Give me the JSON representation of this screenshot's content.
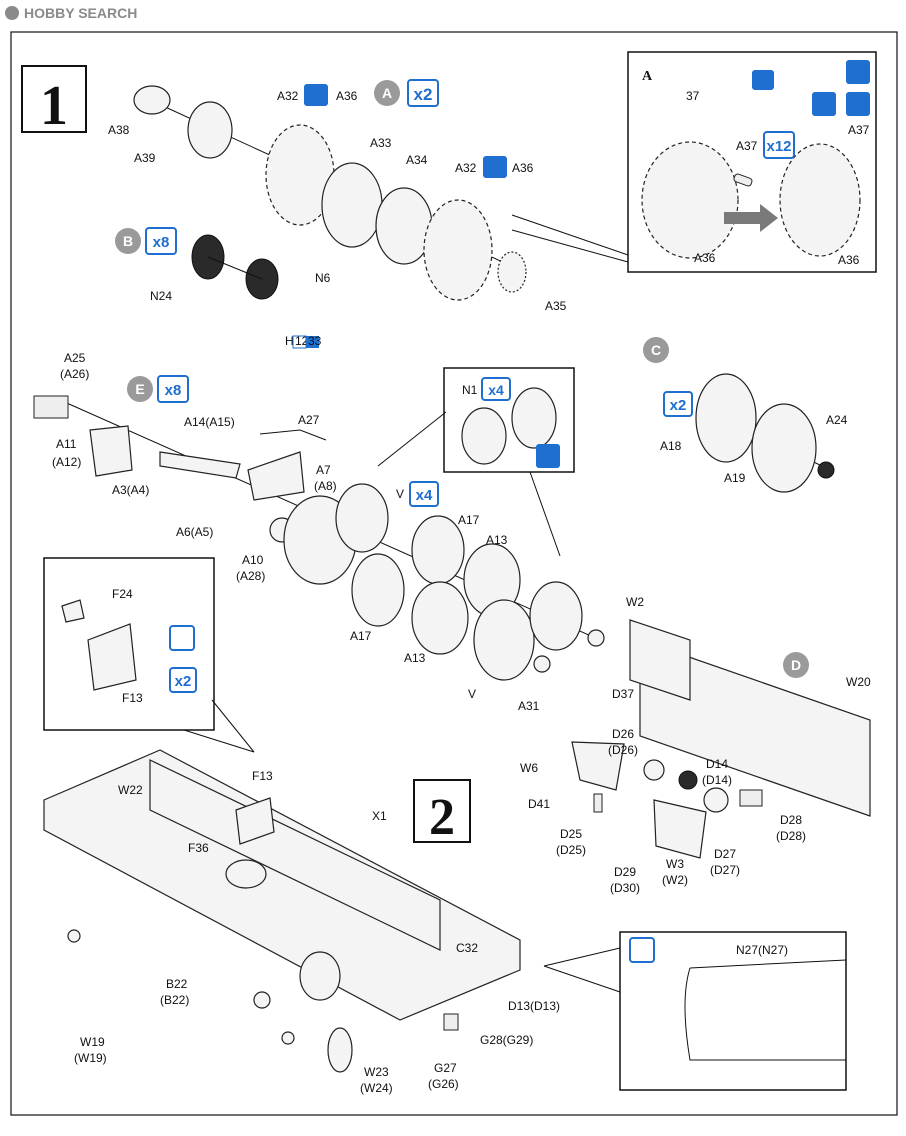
{
  "watermark": {
    "text": "HOBBY SEARCH"
  },
  "steps": {
    "step1": "1",
    "step2": "2"
  },
  "subassemblies": {
    "a": "A",
    "b": "B",
    "c": "C",
    "d": "D",
    "e": "E"
  },
  "inset_a_label": "A",
  "multipliers": {
    "x2": "x2",
    "x8": "x8",
    "x4": "x4",
    "x12": "x12"
  },
  "paint_ref": {
    "h": "H",
    "c12": "12",
    "c33": "33"
  },
  "callout_37": "37",
  "labels": {
    "A38": "A38",
    "A39": "A39",
    "A32a": "A32",
    "A36a": "A36",
    "A33": "A33",
    "A34": "A34",
    "A32b": "A32",
    "A36b": "A36",
    "A35": "A35",
    "A37a": "A37",
    "A37b": "A37",
    "A36c": "A36",
    "A36d": "A36",
    "N24": "N24",
    "N6": "N6",
    "A25": "A25",
    "A26": "(A26)",
    "A11": "A11",
    "A12": "(A12)",
    "A14": "A14(A15)",
    "A27": "A27",
    "A7": "A7",
    "A8": "(A8)",
    "A3": "A3(A4)",
    "A6": "A6(A5)",
    "A10": "A10",
    "A28": "(A28)",
    "V1": "V",
    "V2": "V",
    "A17a": "A17",
    "A17b": "A17",
    "A13a": "A13",
    "A13b": "A13",
    "A31": "A31",
    "N1": "N1",
    "A18": "A18",
    "A19": "A19",
    "A24": "A24",
    "F24": "F24",
    "F13a": "F13",
    "F13b": "F13",
    "W2a": "W2",
    "W20": "W20",
    "D37": "D37",
    "D26": "D26",
    "D26p": "(D26)",
    "W6": "W6",
    "D14": "D14",
    "D14p": "(D14)",
    "D41": "D41",
    "D28": "D28",
    "D28p": "(D28)",
    "D25": "D25",
    "D25p": "(D25)",
    "D27": "D27",
    "D27p": "(D27)",
    "D29": "D29",
    "D30p": "(D30)",
    "W3": "W3",
    "W2p": "(W2)",
    "W22": "W22",
    "X1": "X1",
    "F36": "F36",
    "C32": "C32",
    "B22": "B22",
    "B22p": "(B22)",
    "W19": "W19",
    "W19p": "(W19)",
    "W23": "W23",
    "W24p": "(W24)",
    "D13": "D13(D13)",
    "G28": "G28(G29)",
    "G27": "G27",
    "G26p": "(G26)",
    "N27": "N27(N27)"
  },
  "colors": {
    "accent_blue": "#1e6fd0",
    "badge_gray": "#9a9a9a",
    "line": "#111111"
  }
}
